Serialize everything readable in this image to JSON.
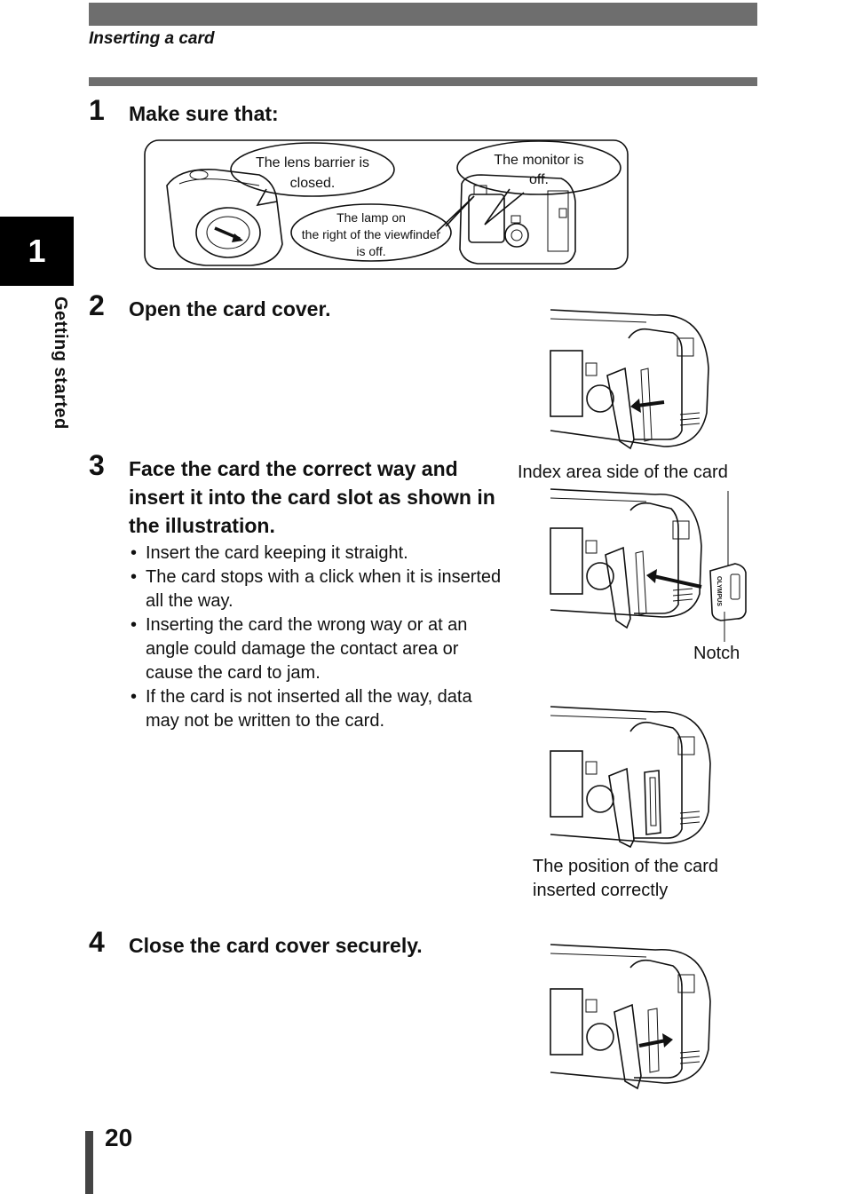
{
  "header": {
    "section_title": "Inserting a card"
  },
  "chapter": {
    "number": "1",
    "label": "Getting started"
  },
  "steps": [
    {
      "number": "1",
      "text": "Make sure that:"
    },
    {
      "number": "2",
      "text": "Open the card cover."
    },
    {
      "number": "3",
      "text": "Face the card the correct way and insert it into the card slot as shown in the illustration."
    },
    {
      "number": "4",
      "text": "Close the card cover securely."
    }
  ],
  "callouts": {
    "lens": [
      "The lens barrier is",
      "closed."
    ],
    "lamp": [
      "The lamp on",
      "the right of the viewfinder",
      "is off."
    ],
    "monitor": [
      "The monitor is",
      "off."
    ]
  },
  "bullets": [
    "Insert the card keeping it straight.",
    "The card stops with a click when it is inserted all the way.",
    "Inserting the card the wrong way or at an angle could damage the contact area or cause the card to jam.",
    "If the card is not inserted all the way, data may not be written to the card."
  ],
  "labels": {
    "index_area": "Index area side of the card",
    "notch": "Notch",
    "card_brand": "OLYMPUS",
    "position_line1": "The position of the card",
    "position_line2": "inserted correctly"
  },
  "footer": {
    "page_number": "20"
  }
}
